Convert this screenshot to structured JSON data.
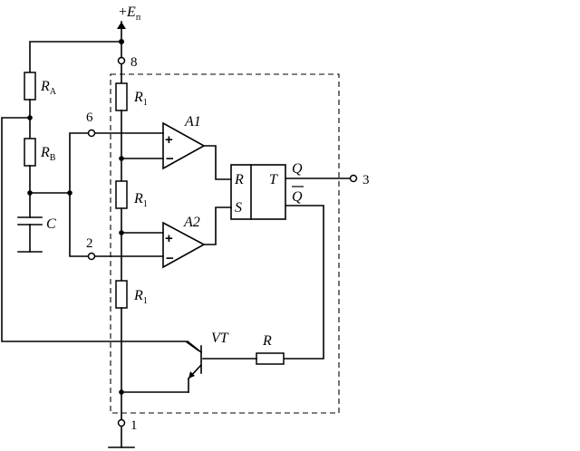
{
  "supply": {
    "prefix": "+",
    "symbol": "E",
    "subscript": "п"
  },
  "pins": {
    "vcc": "8",
    "threshold": "6",
    "trigger": "2",
    "output": "3",
    "ground": "1"
  },
  "components": {
    "ra": {
      "symbol": "R",
      "subscript": "A"
    },
    "rb": {
      "symbol": "R",
      "subscript": "B"
    },
    "c": {
      "symbol": "C"
    },
    "r1": {
      "symbol": "R",
      "subscript": "1"
    },
    "r": {
      "symbol": "R"
    },
    "comparator1": {
      "label": "A1",
      "plus": "+",
      "minus": "−"
    },
    "comparator2": {
      "label": "A2",
      "plus": "+",
      "minus": "−"
    },
    "flipflop": {
      "type": "T",
      "r_input": "R",
      "s_input": "S",
      "q": "Q",
      "qbar": "Q"
    },
    "transistor": {
      "label": "VT"
    }
  }
}
